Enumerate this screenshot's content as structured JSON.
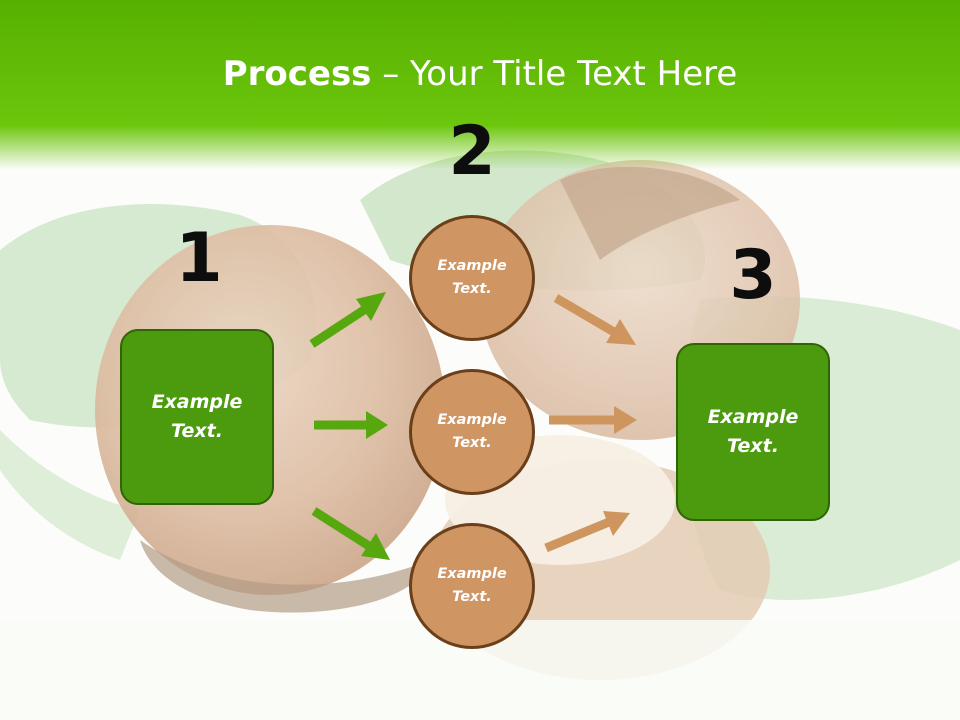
{
  "title": {
    "bold": "Process",
    "rest": " – Your Title Text Here"
  },
  "steps": {
    "one": {
      "number": "1",
      "text": "Example\nText."
    },
    "two": {
      "number": "2",
      "circles": [
        "Example\nText.",
        "Example\nText.",
        "Example\nText."
      ]
    },
    "three": {
      "number": "3",
      "text": "Example\nText."
    }
  },
  "colors": {
    "green_box": "#4c9a0e",
    "green_arrow": "#56a80e",
    "circle_fill": "#cf9563",
    "brown_arrow": "#cf955f",
    "title_band": "#62bd08"
  },
  "background": {
    "subject": "hazelnuts on green leaves",
    "faded": true
  }
}
